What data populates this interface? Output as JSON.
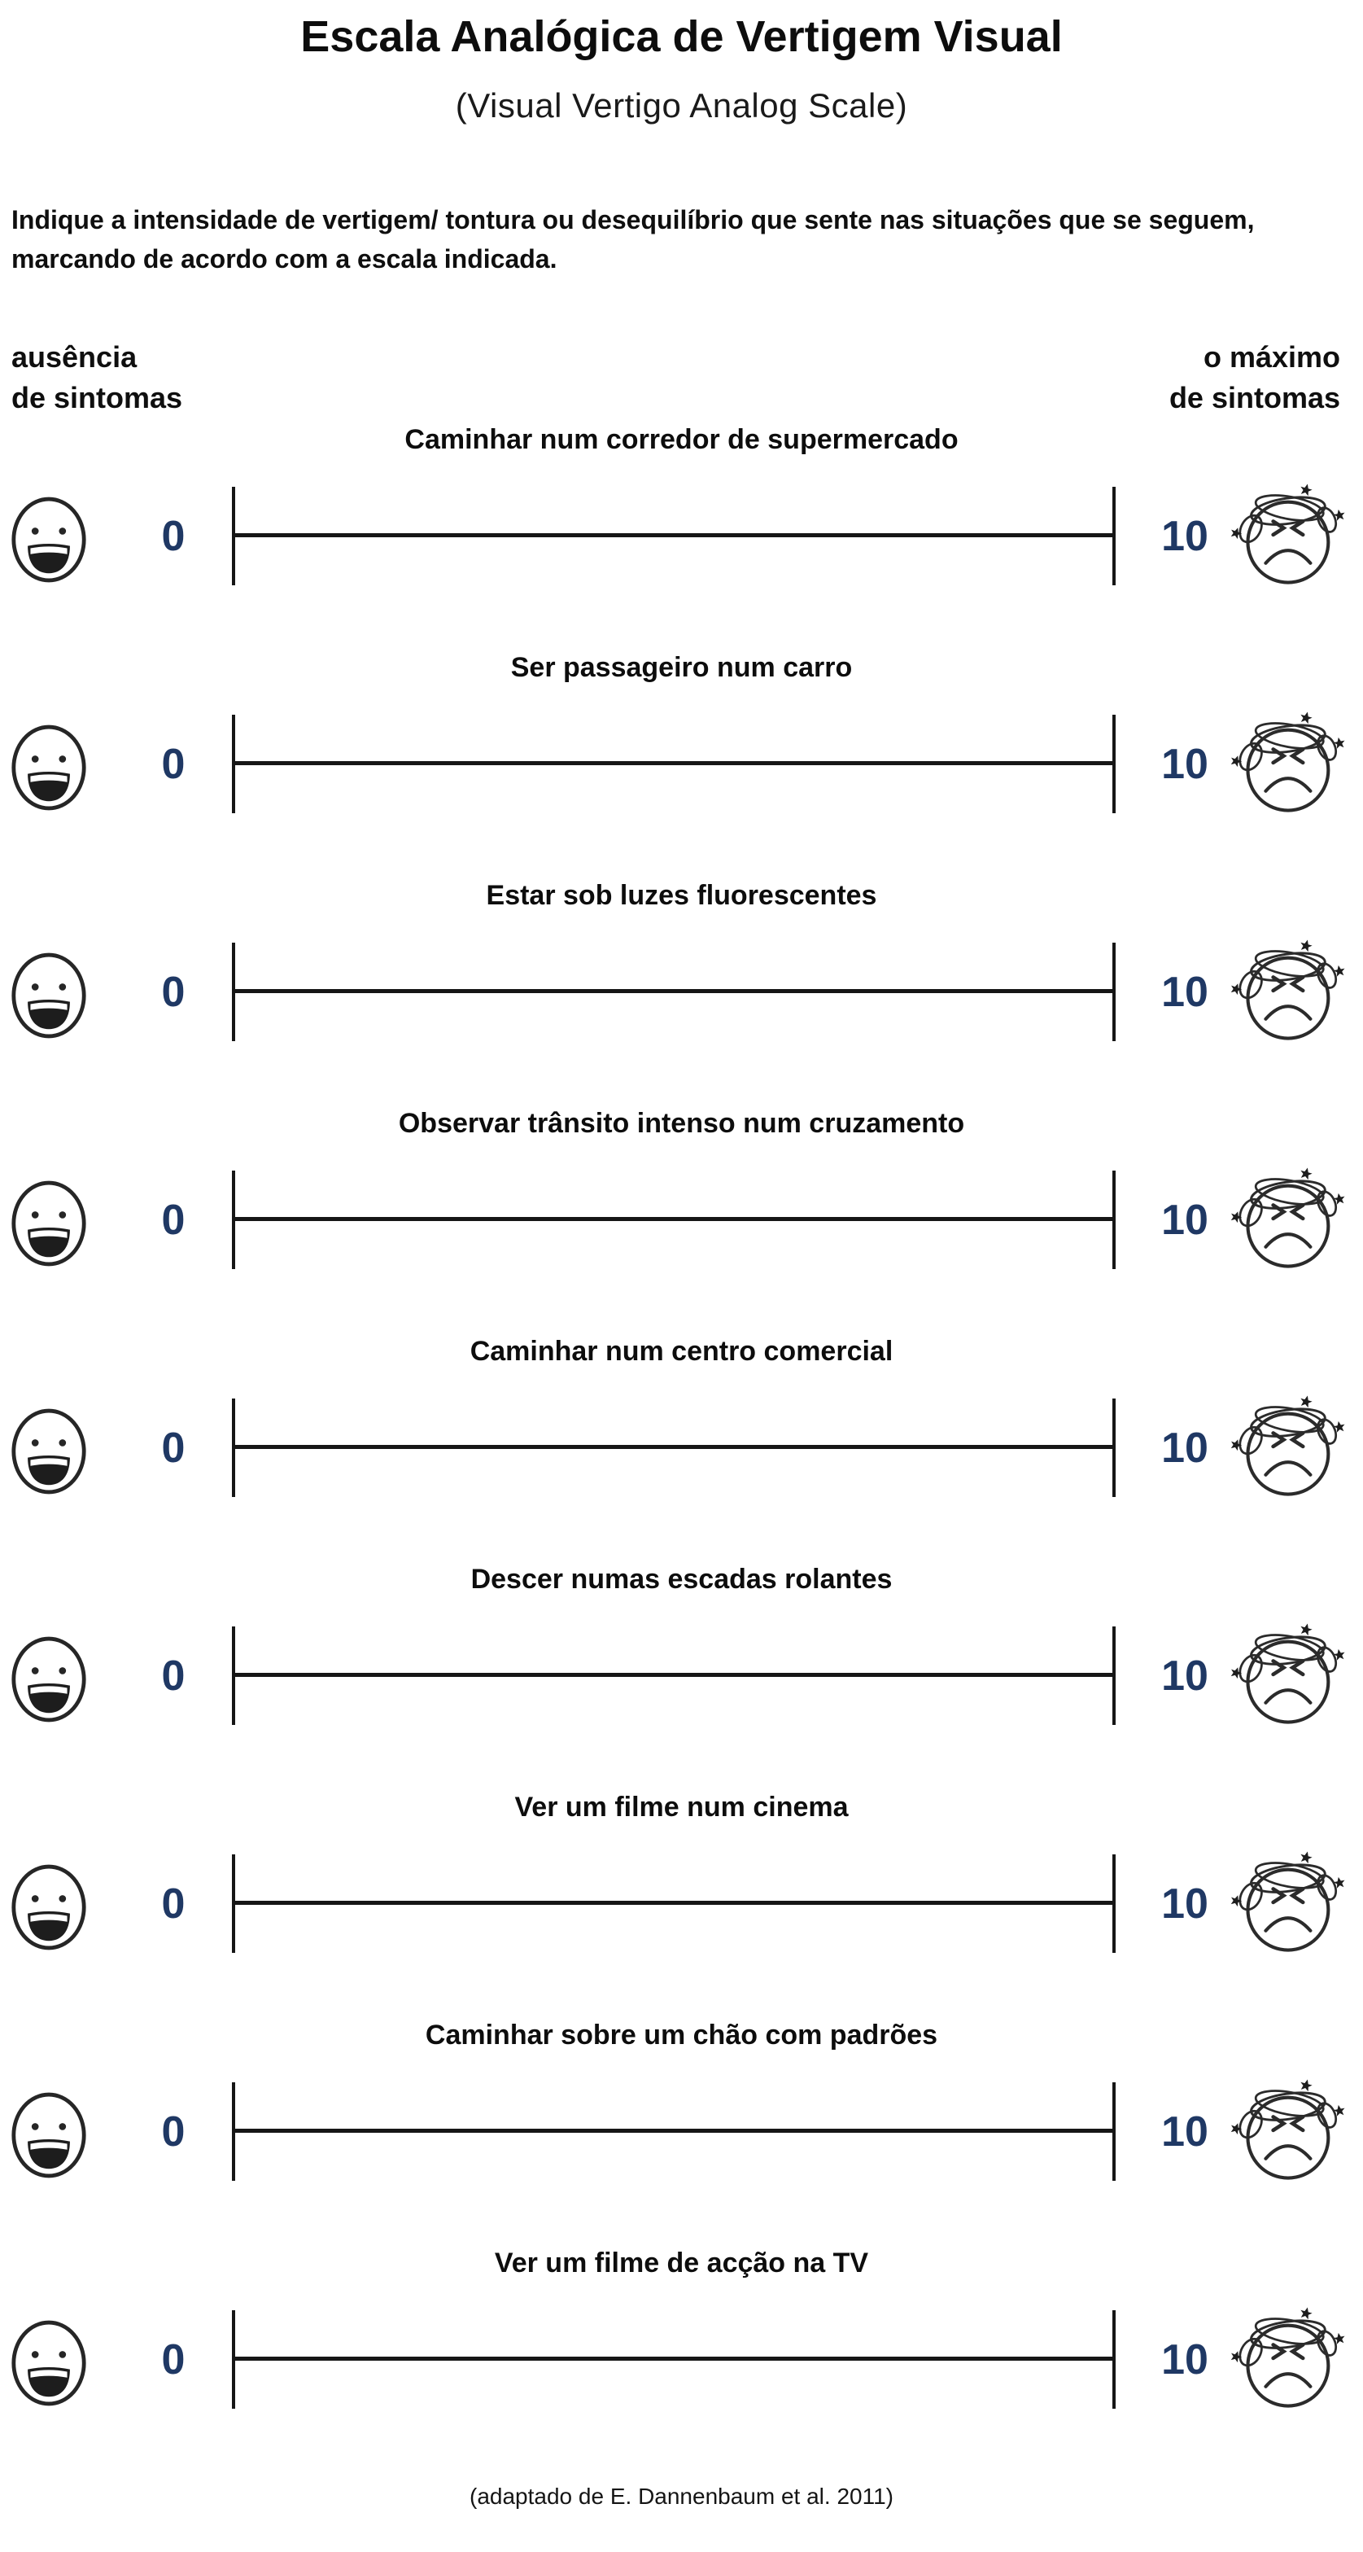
{
  "page": {
    "title": "Escala Analógica de Vertigem Visual",
    "subtitle": "(Visual Vertigo Analog Scale)",
    "instructions": "Indique a intensidade de vertigem/ tontura ou desequilíbrio que sente nas situações que se seguem, marcando de acordo com a escala indicada.",
    "footer": "(adaptado de E. Dannenbaum et al. 2011)"
  },
  "anchors": {
    "left_line1": "ausência",
    "left_line2": "de sintomas",
    "right_line1": "o máximo",
    "right_line2": "de sintomas"
  },
  "scale": {
    "min_label": "0",
    "max_label": "10",
    "min_icon": "happy-face-icon",
    "max_icon": "dizzy-face-icon",
    "number_color": "#1f3864",
    "line_color": "#161616"
  },
  "rows": {
    "items": [
      {
        "title": "Caminhar num corredor de supermercado"
      },
      {
        "title": "Ser passageiro num carro"
      },
      {
        "title": "Estar sob luzes fluorescentes"
      },
      {
        "title": "Observar trânsito intenso num cruzamento"
      },
      {
        "title": "Caminhar num centro comercial"
      },
      {
        "title": "Descer numas escadas rolantes"
      },
      {
        "title": "Ver um filme num cinema"
      },
      {
        "title": "Caminhar sobre um chão com padrões"
      },
      {
        "title": "Ver um filme de acção na TV"
      }
    ]
  }
}
